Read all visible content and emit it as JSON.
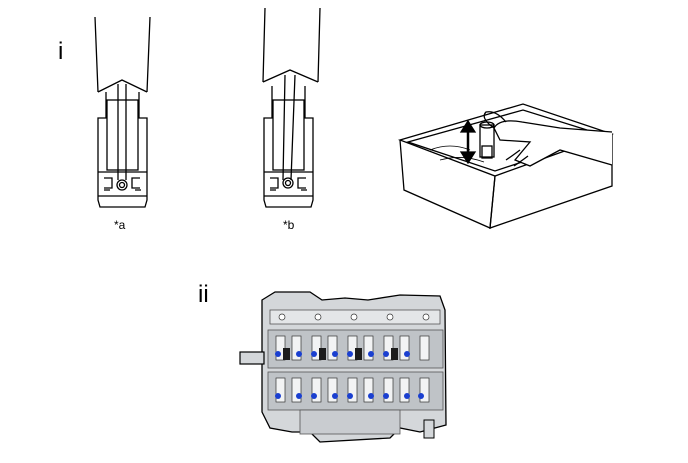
{
  "labels": {
    "step_one": "i",
    "step_two": "ii",
    "callout_a": "*a",
    "callout_b": "*b"
  },
  "illustrations": {
    "tool_straight": "lash-adjuster-with-straight-wire-icon",
    "tool_angled": "lash-adjuster-with-angled-wire-icon",
    "oil_pan": "adjuster-in-oil-pan-icon",
    "cylinder_head": "cylinder-head-top-view-icon"
  },
  "colors": {
    "line": "#000000",
    "highlight": "#1a3fd0",
    "metal": "#cfd3d6"
  }
}
